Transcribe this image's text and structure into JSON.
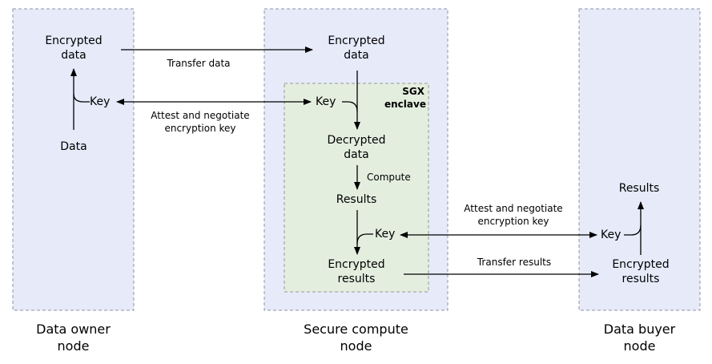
{
  "colors": {
    "node_fill": "#e6eaf9",
    "node_border": "#8d94a8",
    "enclave_fill": "#e3eedf",
    "enclave_border": "#8fa08b",
    "arrow": "#000000"
  },
  "nodes": {
    "owner": {
      "label": "Data owner\nnode",
      "encrypted_data": "Encrypted\ndata",
      "key": "Key",
      "data": "Data"
    },
    "compute": {
      "label": "Secure compute\nnode",
      "encrypted_data": "Encrypted\ndata",
      "enclave_label": "SGX\nenclave",
      "key_in": "Key",
      "decrypted_data": "Decrypted\ndata",
      "compute": "Compute",
      "results": "Results",
      "key_out": "Key",
      "encrypted_results": "Encrypted\nresults"
    },
    "buyer": {
      "label": "Data buyer\nnode",
      "results": "Results",
      "key": "Key",
      "encrypted_results": "Encrypted\nresults"
    }
  },
  "edges": {
    "transfer_data": "Transfer data",
    "attest_1": "Attest and negotiate\nencryption key",
    "attest_2": "Attest and negotiate\nencryption key",
    "transfer_results": "Transfer results"
  }
}
